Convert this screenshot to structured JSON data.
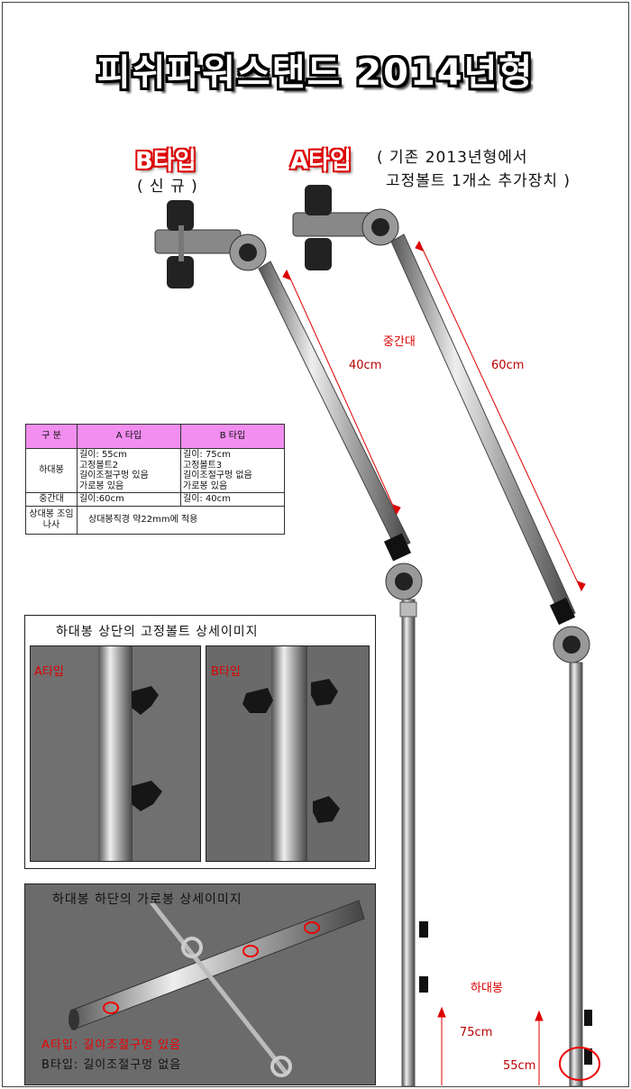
{
  "title": "피쉬파워스탠드 2014년형",
  "type_b": {
    "label": "B타입",
    "note": "( 신 규 )"
  },
  "type_a": {
    "label": "A타입",
    "note_line1": "( 기존 2013년형에서",
    "note_line2": "고정볼트 1개소 추가장치 )"
  },
  "labels": {
    "middle_rod": "중간대",
    "len_40": "40cm",
    "len_60": "60cm",
    "lower_rod": "하대봉",
    "len_75": "75cm",
    "len_55": "55cm"
  },
  "spec_table": {
    "headers": [
      "구 분",
      "A 타입",
      "B 타입"
    ],
    "rows": [
      {
        "name": "하대봉",
        "a": [
          "길이: 55cm",
          "고정볼트2",
          "길이조절구멍 있음",
          "가로봉 있음"
        ],
        "b": [
          "길이: 75cm",
          "고정볼트3",
          "길이조절구멍 없음",
          "가로봉 있음"
        ]
      },
      {
        "name": "중간대",
        "a": [
          "길이:60cm"
        ],
        "b": [
          "길이: 40cm"
        ]
      },
      {
        "name": "상대봉 조임나사",
        "merged": "상대봉직경 약22mm에 적용"
      }
    ]
  },
  "detail_top": {
    "heading": "하대봉 상단의 고정볼트 상세이미지",
    "left_label": "A타입",
    "right_label": "B타입"
  },
  "detail_bottom": {
    "heading": "하대봉 하단의 가로봉 상세이미지",
    "line_a": "A타입: 길이조절구멍 있음",
    "line_b": "B타입: 길이조절구멍 없음"
  },
  "colors": {
    "accent_red": "#dd0000",
    "table_header": "#f28ef0"
  }
}
